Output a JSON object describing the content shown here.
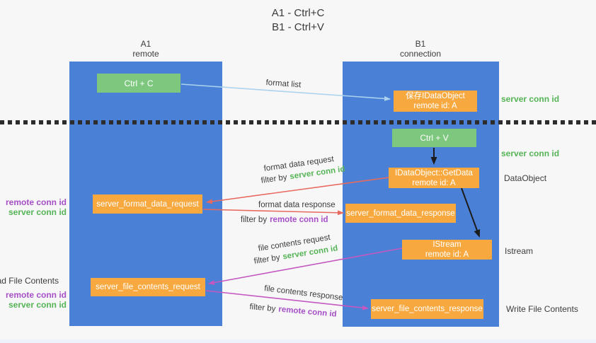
{
  "title": {
    "line1": "A1 - Ctrl+C",
    "line2": "B1 - Ctrl+V"
  },
  "lanes": {
    "left": {
      "name": "A1",
      "role": "remote"
    },
    "right": {
      "name": "B1",
      "role": "connection"
    }
  },
  "boxes": {
    "ctrl_c": {
      "label": "Ctrl + C"
    },
    "ctrl_v": {
      "label": "Ctrl + V"
    },
    "save_idataobject": {
      "line1": "保存IDataObject",
      "line2": "remote id: A"
    },
    "getdata": {
      "line1": "IDataObject::GetData",
      "line2": "remote id: A"
    },
    "istream": {
      "line1": "IStream",
      "line2": "remote id: A"
    },
    "server_format_data_request": {
      "label": "server_format_data_request"
    },
    "server_format_data_response": {
      "label": "server_format_data_response"
    },
    "server_file_contents_request": {
      "label": "server_file_contents_request"
    },
    "server_file_contents_response": {
      "label": "server_file_contents_response"
    }
  },
  "arrow_labels": {
    "format_list": "format list",
    "format_data_request": "format data request",
    "format_data_request_filter": {
      "prefix": "filter by",
      "value": "server conn id"
    },
    "format_data_response": "format data response",
    "format_data_response_filter": {
      "prefix": "filter by",
      "value": "remote conn id"
    },
    "file_contents_request": "file contents request",
    "file_contents_request_filter": {
      "prefix": "filter by",
      "value": "server conn id"
    },
    "file_contents_response": "file contents response",
    "file_contents_response_filter": {
      "prefix": "filter by",
      "value": "remote conn id"
    }
  },
  "side_labels": {
    "right_server_conn_id_top": "server conn id",
    "right_server_conn_id_mid": "server conn id",
    "right_dataobject": "DataObject",
    "right_istream": "Istream",
    "right_write_file_contents": "Write File Contents",
    "left_remote_conn_id_top": "remote conn id",
    "left_server_conn_id_top": "server conn id",
    "left_read_file_contents": "Read File Contents",
    "left_remote_conn_id_bottom": "remote conn id",
    "left_server_conn_id_bottom": "server conn id"
  },
  "colors": {
    "lane_blue": "#4a80d5",
    "box_green": "#7dc87e",
    "box_orange": "#f7a940",
    "arrow_red": "#e8695e",
    "arrow_magenta": "#c558c0",
    "arrow_lightblue": "#abd2ee",
    "arrow_black": "#1c1c1c",
    "text_green": "#55b455",
    "text_purple": "#a64fc6",
    "separator": "#2d2d2d",
    "background": "#f7f7f8"
  }
}
